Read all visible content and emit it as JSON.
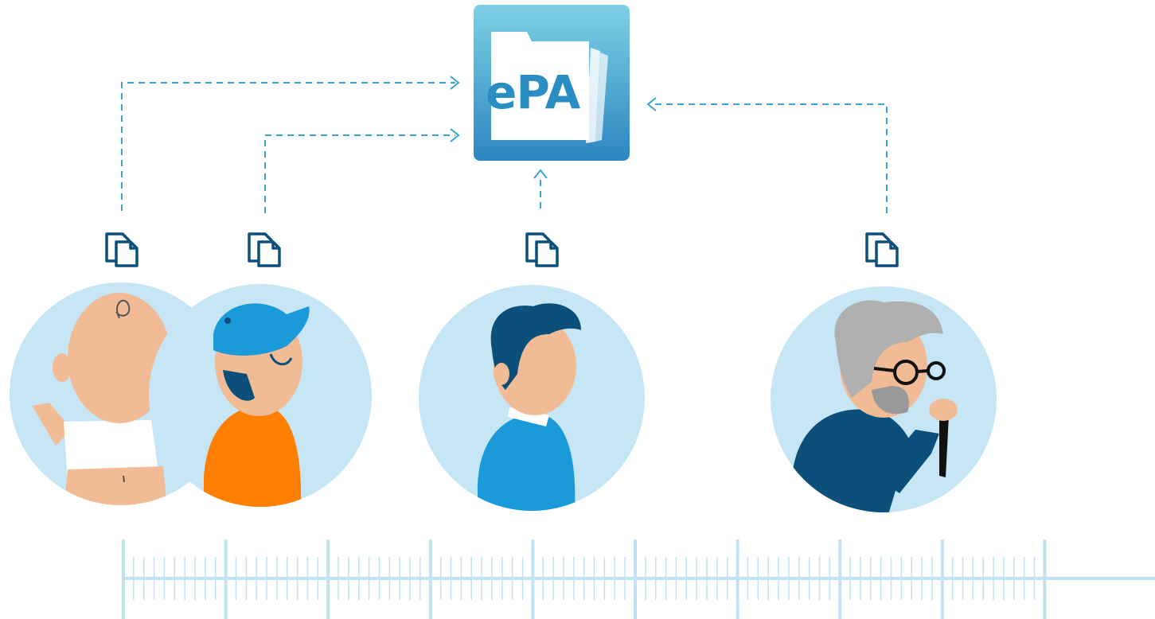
{
  "app": {
    "name": "ePA"
  },
  "colors": {
    "connector": "#3aa3d6",
    "circle_bg": "#c6e6f5",
    "folder_top": "#7dd0e4",
    "folder_bottom": "#2d86c1",
    "document_icon": "#0b4f7a",
    "timeline": "#bfe3f2",
    "skin": "#f1bc95",
    "navy": "#0b4f7a",
    "blue": "#1a9ad9",
    "orange": "#ff7f00",
    "grey_hair": "#b0b0b0"
  },
  "icons": [
    "folder-icon",
    "document-stack-icon"
  ],
  "people": [
    {
      "id": "baby"
    },
    {
      "id": "child"
    },
    {
      "id": "adult"
    },
    {
      "id": "senior"
    }
  ],
  "timeline": {
    "major_ticks": 10,
    "minor_per_segment": 9
  }
}
